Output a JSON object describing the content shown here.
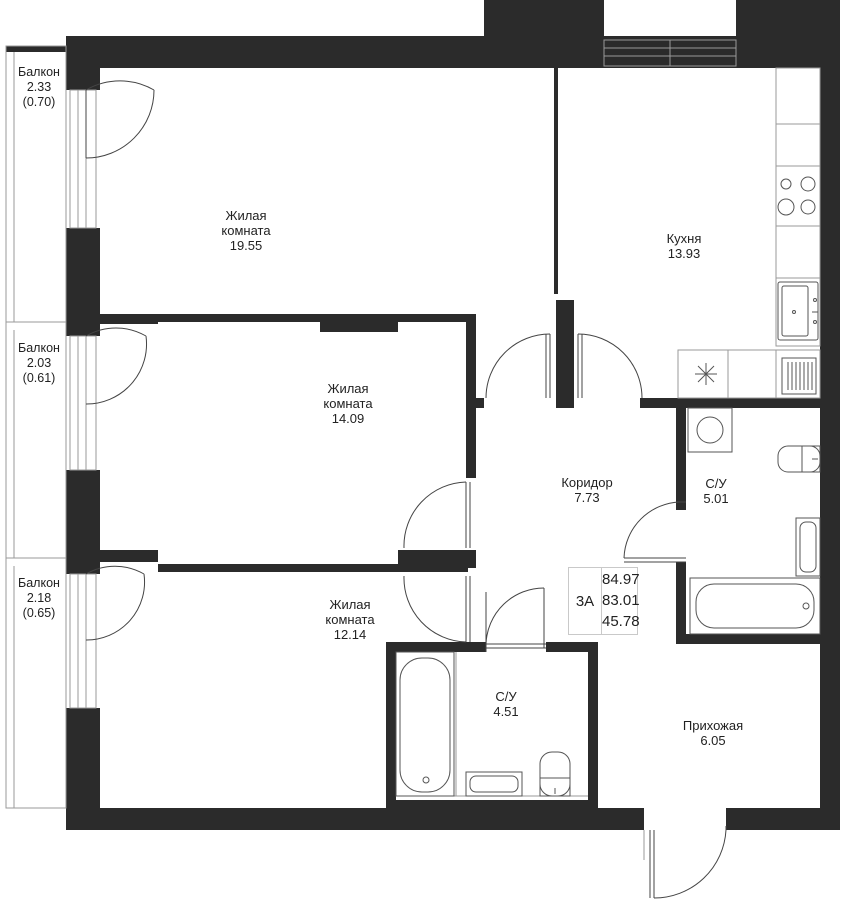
{
  "rooms": {
    "living1": {
      "name_1": "Жилая",
      "name_2": "комната",
      "area": "19.55"
    },
    "living2": {
      "name_1": "Жилая",
      "name_2": "комната",
      "area": "14.09"
    },
    "living3": {
      "name_1": "Жилая",
      "name_2": "комната",
      "area": "12.14"
    },
    "kitchen": {
      "name": "Кухня",
      "area": "13.93"
    },
    "corridor": {
      "name": "Коридор",
      "area": "7.73"
    },
    "bath1": {
      "name": "С/У",
      "area": "5.01"
    },
    "bath2": {
      "name": "С/У",
      "area": "4.51"
    },
    "hall": {
      "name": "Прихожая",
      "area": "6.05"
    }
  },
  "balconies": [
    {
      "name": "Балкон",
      "area": "2.33",
      "reduced": "(0.70)"
    },
    {
      "name": "Балкон",
      "area": "2.03",
      "reduced": "(0.61)"
    },
    {
      "name": "Балкон",
      "area": "2.18",
      "reduced": "(0.65)"
    }
  ],
  "apartment": {
    "type": "3А",
    "total_area": "84.97",
    "area_2": "83.01",
    "living_area": "45.78"
  },
  "colors": {
    "wall": "#2b2b2b",
    "line": "#9a9a9a",
    "background": "#ffffff"
  }
}
